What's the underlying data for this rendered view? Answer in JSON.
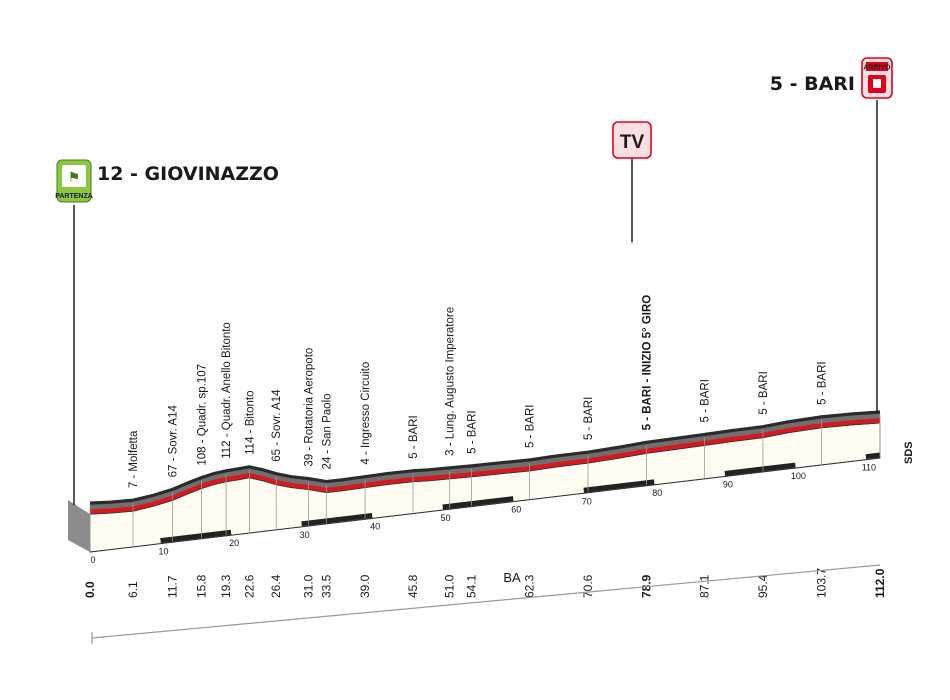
{
  "chart_data": {
    "type": "area",
    "x_unit": "km",
    "xlim": [
      0,
      112
    ],
    "start": {
      "name": "12 - GIOVINAZZO",
      "badge": "PARTENZA"
    },
    "finish": {
      "name": "5 - BARI",
      "badge": "ARRIVO"
    },
    "tv": {
      "label": "TV",
      "km": 78.9
    },
    "profile": [
      [
        0,
        0.6
      ],
      [
        3,
        0.7
      ],
      [
        6.1,
        0.9
      ],
      [
        9,
        1.4
      ],
      [
        11.7,
        2.0
      ],
      [
        14,
        2.7
      ],
      [
        15.8,
        3.2
      ],
      [
        17.5,
        3.6
      ],
      [
        19.3,
        3.9
      ],
      [
        21,
        4.1
      ],
      [
        22.6,
        4.3
      ],
      [
        24.5,
        4.0
      ],
      [
        26.4,
        3.6
      ],
      [
        28.5,
        3.3
      ],
      [
        31.0,
        3.1
      ],
      [
        33.5,
        2.8
      ],
      [
        36,
        3.0
      ],
      [
        39.0,
        3.3
      ],
      [
        42,
        3.6
      ],
      [
        45.8,
        3.9
      ],
      [
        48,
        4.0
      ],
      [
        51.0,
        4.2
      ],
      [
        54.1,
        4.4
      ],
      [
        58,
        4.7
      ],
      [
        62.3,
        5.0
      ],
      [
        66,
        5.4
      ],
      [
        70.6,
        5.8
      ],
      [
        75,
        6.3
      ],
      [
        78.9,
        6.8
      ],
      [
        83,
        7.2
      ],
      [
        87.1,
        7.6
      ],
      [
        91,
        8.0
      ],
      [
        95.4,
        8.4
      ],
      [
        99,
        8.9
      ],
      [
        103.7,
        9.4
      ],
      [
        108,
        9.7
      ],
      [
        112.0,
        9.9
      ]
    ],
    "waypoints": [
      {
        "km": "0.0",
        "name": "",
        "bold": true
      },
      {
        "km": "6.1",
        "name": "7 - Molfetta",
        "bold": false
      },
      {
        "km": "11.7",
        "name": "67 - Sovr. A14",
        "bold": false
      },
      {
        "km": "15.8",
        "name": "108 - Quadr. sp.107",
        "bold": false
      },
      {
        "km": "19.3",
        "name": "112 - Quadr. Anello Bitonto",
        "bold": false
      },
      {
        "km": "22.6",
        "name": "114 - Bitonto",
        "bold": false
      },
      {
        "km": "26.4",
        "name": "65 - Sovr. A14",
        "bold": false
      },
      {
        "km": "31.0",
        "name": "39 - Rotatoria Aeropoto",
        "bold": false
      },
      {
        "km": "33.5",
        "name": "24 - San Paolo",
        "bold": false
      },
      {
        "km": "39.0",
        "name": "4 - Ingresso Circuito",
        "bold": false
      },
      {
        "km": "45.8",
        "name": "5 - BARI",
        "bold": false
      },
      {
        "km": "51.0",
        "name": "3 - Lung. Augusto Imperatore",
        "bold": false
      },
      {
        "km": "54.1",
        "name": "5 - BARI",
        "bold": false
      },
      {
        "km": "62.3",
        "name": "5 - BARI",
        "bold": false
      },
      {
        "km": "70.6",
        "name": "5 - BARI",
        "bold": false
      },
      {
        "km": "78.9",
        "name": "5 - BARI - INIZIO 5° GIRO",
        "bold": true
      },
      {
        "km": "87.1",
        "name": "5 - BARI",
        "bold": false
      },
      {
        "km": "95.4",
        "name": "5 - BARI",
        "bold": false
      },
      {
        "km": "103.7",
        "name": "5 - BARI",
        "bold": false
      },
      {
        "km": "112.0",
        "name": "",
        "bold": true
      }
    ],
    "scale_ticks": [
      "0",
      "10",
      "20",
      "30",
      "40",
      "50",
      "60",
      "70",
      "80",
      "90",
      "100",
      "110"
    ],
    "province": "BA",
    "logo": "SDS",
    "colors": {
      "road": "#d7191f",
      "ground": "#fffdf2",
      "edge": "#2b2b2b",
      "side": "#8c8c8c",
      "badge_start": "#8dc63f",
      "badge_finish": "#e2001a"
    }
  }
}
